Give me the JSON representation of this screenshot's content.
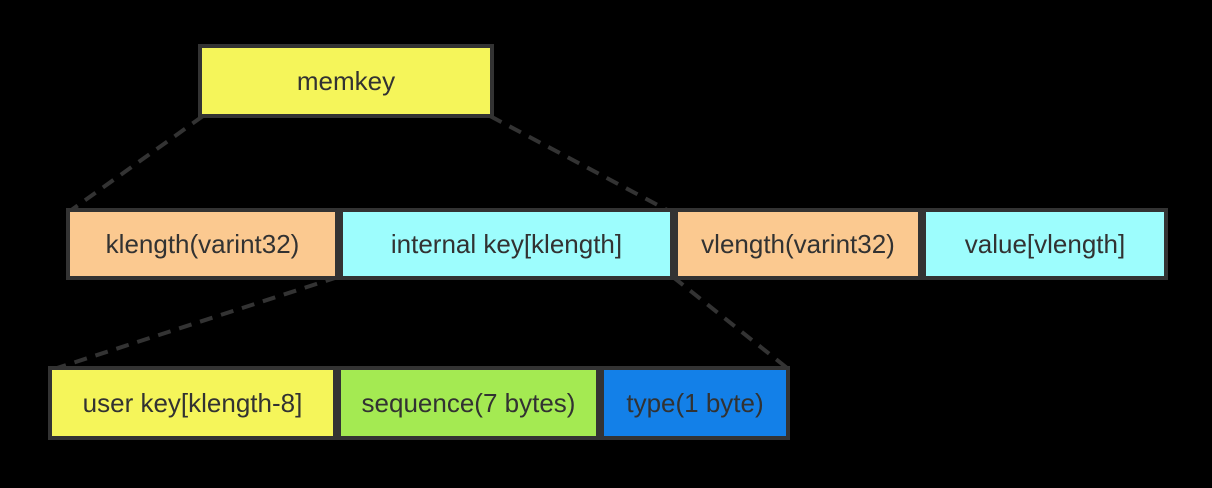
{
  "colors": {
    "background": "#000000",
    "border": "#333333",
    "text": "#323232",
    "connector": "#333333",
    "yellow": "#f5f55a",
    "peach": "#fbc990",
    "cyan": "#9dfdfd",
    "green": "#a4ea52",
    "blue": "#1380e8"
  },
  "diagram": {
    "root": {
      "label": "memkey",
      "color": "#f5f55a"
    },
    "encoding_row": [
      {
        "label": "klength(varint32)",
        "color": "#fbc990"
      },
      {
        "label": "internal key[klength]",
        "color": "#9dfdfd"
      },
      {
        "label": "vlength(varint32)",
        "color": "#fbc990"
      },
      {
        "label": "value[vlength]",
        "color": "#9dfdfd"
      }
    ],
    "internal_key_row": [
      {
        "label": "user key[klength-8]",
        "color": "#f5f55a"
      },
      {
        "label": "sequence(7 bytes)",
        "color": "#a4ea52"
      },
      {
        "label": "type(1 byte)",
        "color": "#1380e8"
      }
    ]
  }
}
